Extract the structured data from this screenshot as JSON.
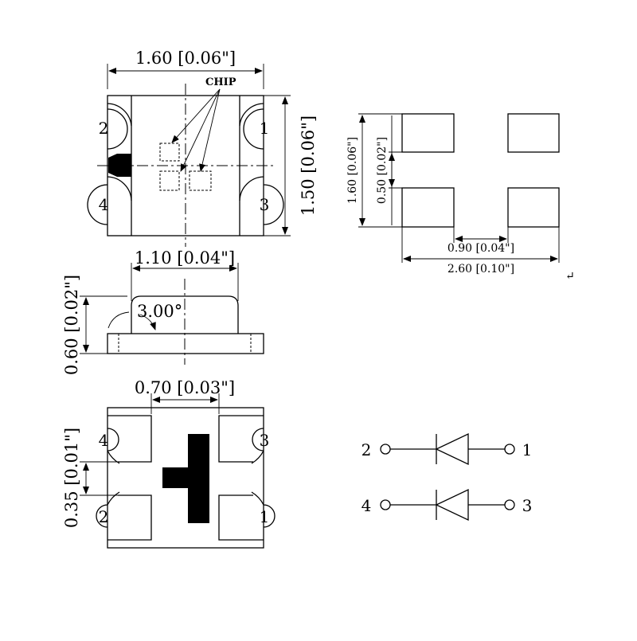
{
  "top_view": {
    "dim_width": "1.60 [0.06\"]",
    "dim_height": "1.50 [0.06\"]",
    "chip_label": "CHIP",
    "pins": {
      "tl": "2",
      "tr": "1",
      "bl": "4",
      "br": "3"
    }
  },
  "side_view": {
    "dim_width": "1.10 [0.04\"]",
    "dim_height": "0.60 [0.02\"]",
    "angle": "3.00°"
  },
  "bottom_view": {
    "dim_width": "0.70 [0.03\"]",
    "dim_gap": "0.35 [0.01\"]",
    "pins": {
      "tl": "4",
      "tr": "3",
      "bl": "2",
      "br": "1"
    }
  },
  "pad_layout": {
    "dim_height": "1.60 [0.06\"]",
    "dim_pad": "0.50 [0.02\"]",
    "dim_inner": "0.90 [0.04\"]",
    "dim_total": "2.60 [0.10\"]",
    "mark": "↵"
  },
  "schematic": {
    "d1_left": "2",
    "d1_right": "1",
    "d2_left": "4",
    "d2_right": "3"
  }
}
